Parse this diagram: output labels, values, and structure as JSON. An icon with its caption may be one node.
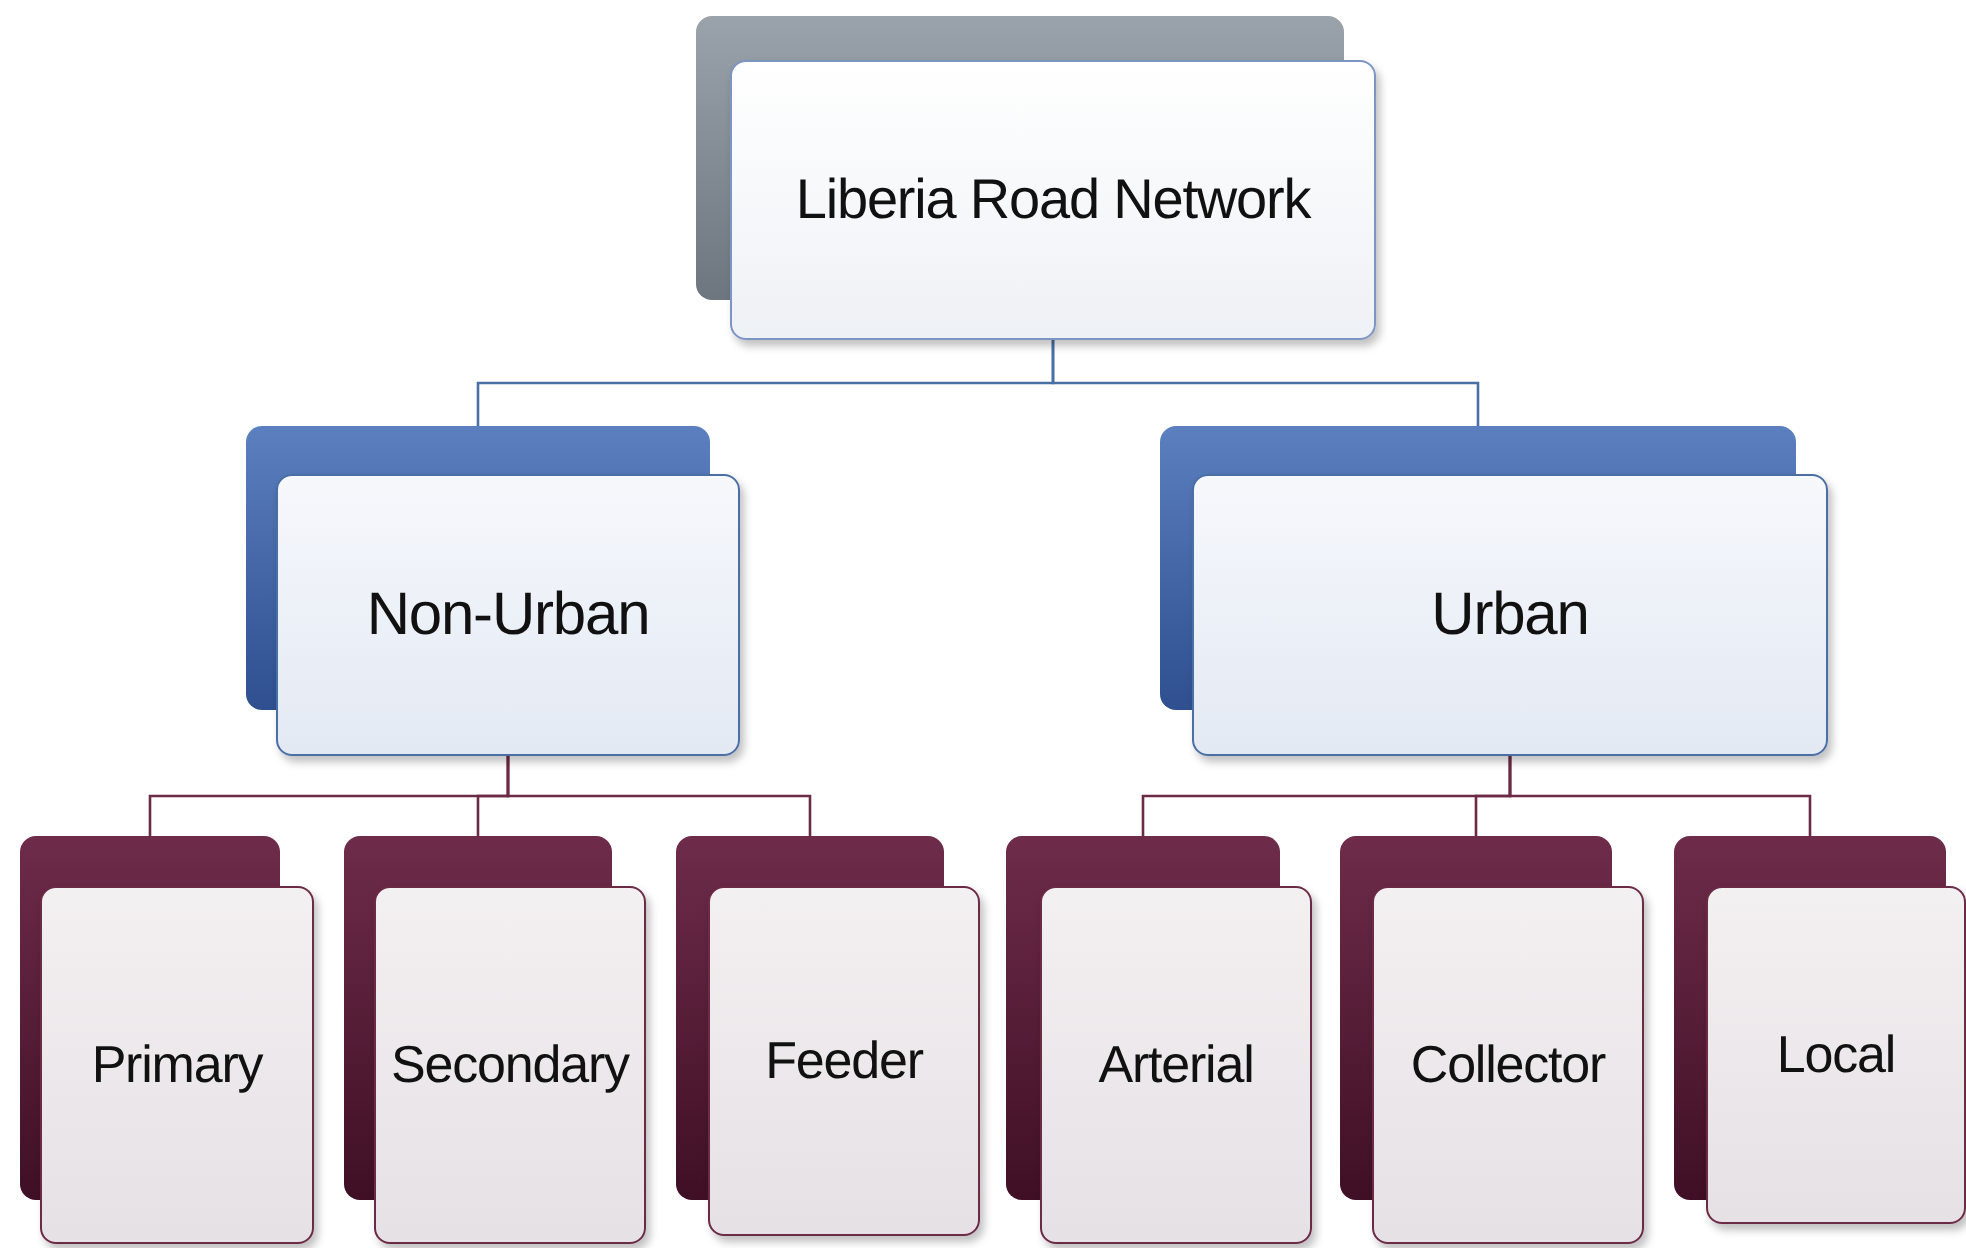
{
  "diagram": {
    "nodes": [
      {
        "text": [
          "Liberia Road Network"
        ]
      },
      {
        "text": [
          "Non-Urban"
        ]
      },
      {
        "text": [
          "Urban"
        ]
      },
      {
        "text": [
          "Primary"
        ]
      },
      {
        "text": [
          "Secondary"
        ]
      },
      {
        "text": [
          "Feeder"
        ]
      },
      {
        "text": [
          "Arterial"
        ]
      },
      {
        "text": [
          "Collector"
        ]
      },
      {
        "text": [
          "Local"
        ]
      }
    ],
    "edges": [
      {
        "from": 0,
        "to": 1,
        "arrow": "none",
        "color": "#4a6fa5"
      },
      {
        "from": 0,
        "to": 2,
        "arrow": "none",
        "color": "#4a6fa5"
      },
      {
        "from": 1,
        "to": 3,
        "arrow": "none"
      },
      {
        "from": 1,
        "to": 4,
        "arrow": "none"
      },
      {
        "from": 1,
        "to": 5,
        "arrow": "none"
      },
      {
        "from": 2,
        "to": 6,
        "arrow": "none"
      },
      {
        "from": 2,
        "to": 7,
        "arrow": "none"
      },
      {
        "from": 2,
        "to": 8,
        "arrow": "none"
      }
    ]
  }
}
